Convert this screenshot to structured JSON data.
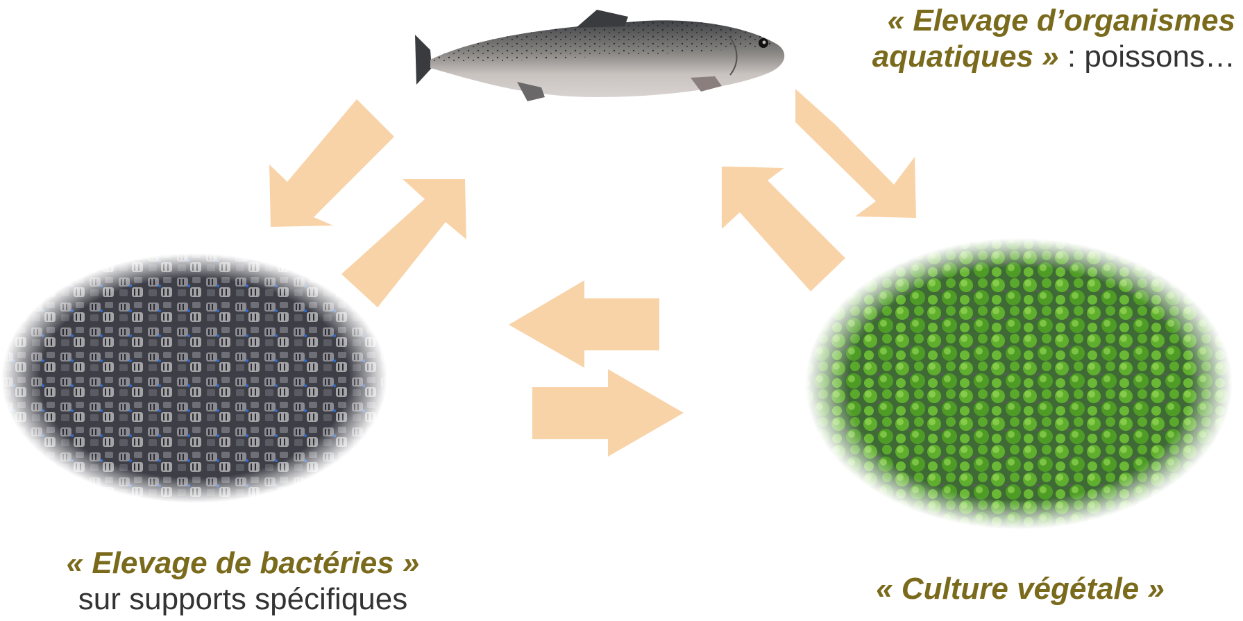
{
  "colors": {
    "arrow": "#f9d3a8",
    "accent_text": "#7a6a1c",
    "body_text": "#333333"
  },
  "labels": {
    "fish": {
      "title_line1": "« Elevage d’organismes",
      "title_line2": "aquatiques »",
      "suffix": " : poissons…"
    },
    "bacteria": {
      "title": "« Elevage de bactéries »",
      "subtitle": "sur supports spécifiques"
    },
    "plants": {
      "title": "« Culture végétale »"
    }
  },
  "images": {
    "fish": "trout-fish-image",
    "bacteria": "biofilter-media-image",
    "plants": "lettuce-crop-image"
  }
}
